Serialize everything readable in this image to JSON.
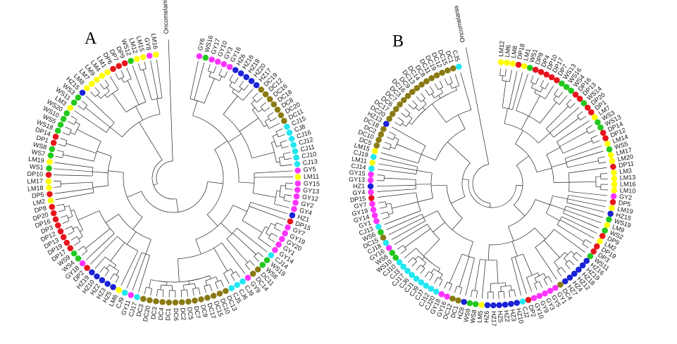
{
  "colors": {
    "DP": "#e8141c",
    "GY": "#ff33ff",
    "CJ": "#22e6f0",
    "DC": "#8a7a14",
    "HZ": "#1a23d6",
    "WS": "#22c81e",
    "LM": "#ffff00",
    "branch": "#222222"
  },
  "panels": [
    {
      "id": "A",
      "label": "A",
      "outgroup": "Oncomelania",
      "leaves": [
        "GY6",
        "WS16",
        "GY17",
        "GY10",
        "GY3",
        "GY16",
        "HZ6",
        "HZ16",
        "HZ18",
        "HZ20",
        "HZ17",
        "DC19",
        "DC12",
        "DC16",
        "DC18",
        "DC8",
        "DC20",
        "DC11",
        "CJ15",
        "CJ8",
        "CJ16",
        "CJ12",
        "CJ11",
        "CJ10",
        "CJ13",
        "GY5",
        "LM11",
        "GY15",
        "GY13",
        "GY12",
        "GY2",
        "GY4",
        "HZ1",
        "DP15",
        "GY7",
        "GY19",
        "GY20",
        "GY1",
        "GY14",
        "CJ14",
        "WS19",
        "WS6",
        "DC11",
        "DC14",
        "GY9",
        "CJ9",
        "CJ6",
        "CJ5",
        "DC13",
        "DC10",
        "DC15",
        "DC17",
        "DC9",
        "DC7",
        "DC5",
        "DC2",
        "DC6",
        "DC1",
        "DC4",
        "DC3",
        "DC20",
        "DC3",
        "CJ17",
        "GY11",
        "CJ9",
        "LM6",
        "HZ5",
        "HZ3",
        "HZ2",
        "HZ10",
        "HZ19",
        "DP2",
        "GY18",
        "WS4",
        "WS9",
        "DP17",
        "DP19",
        "DP13",
        "DP12",
        "DP3",
        "DP16",
        "DP20",
        "DP8",
        "LM2",
        "DP5",
        "LM18",
        "LM17",
        "DP10",
        "WS1",
        "LM19",
        "WS7",
        "WS8",
        "DP1",
        "DP14",
        "WS18",
        "WS5",
        "WS10",
        "WS20",
        "LM3",
        "WS11",
        "WS3",
        "HZ15",
        "LM8",
        "LM7",
        "LM9",
        "LM4",
        "LM1",
        "DP6",
        "DP7",
        "DP9",
        "WS12",
        "LM12",
        "LM15",
        "GY8",
        "LM16"
      ]
    },
    {
      "id": "B",
      "label": "B",
      "outgroup": "Oncomelania",
      "leaves": [
        "LM12",
        "LM6",
        "LM8",
        "DP18",
        "LM1",
        "WS1",
        "DP8",
        "DP4",
        "DP10",
        "DP17",
        "DP7",
        "WS13",
        "WS16",
        "WS4",
        "DP16",
        "DP13",
        "WS14",
        "DP20",
        "DP1",
        "LM7",
        "WS3",
        "WS13",
        "DP14",
        "DP12",
        "LM14",
        "WS5",
        "LM17",
        "LM20",
        "DP11",
        "LM3",
        "LM13",
        "LM16",
        "LM10",
        "GY2",
        "DP5",
        "LM19",
        "HZ15",
        "WS19",
        "LM9",
        "WS2",
        "DP9",
        "LM2",
        "DP19",
        "DP3",
        "WS11",
        "HZ16",
        "HZ19",
        "HZ18",
        "HZ12",
        "HZ4",
        "HZ7",
        "DC4",
        "GY1",
        "GY5",
        "GY3",
        "GY9",
        "GY10",
        "DP2",
        "CJ2",
        "HZ10",
        "HZ3",
        "HZ2",
        "HZ5",
        "HZ17",
        "HZ6",
        "LM5",
        "WS8",
        "WS9",
        "HZ8",
        "DC1",
        "DC12",
        "GY16",
        "GY18",
        "CJ20",
        "CJ12",
        "CJ7",
        "CJ9",
        "CJ1",
        "CJ6",
        "CJ17",
        "CJ3",
        "CJ10",
        "WS10",
        "WS6",
        "GY16",
        "CJ18",
        "DC15",
        "WS6",
        "CJ13",
        "GY1",
        "GY14",
        "GY19",
        "GY7",
        "DP15",
        "GY4",
        "HZ1",
        "GY13",
        "GY15",
        "CJ14",
        "LM11",
        "CJ19",
        "LM15",
        "DC5",
        "DC10",
        "DC2",
        "DC18",
        "HZ13",
        "DC20",
        "DC17",
        "DC6",
        "DC7",
        "DC3",
        "DC16",
        "DC9",
        "DC13",
        "DC14",
        "DC8",
        "DC11",
        "DC19",
        "DC12",
        "DC15",
        "DC1",
        "CJ5"
      ]
    }
  ]
}
